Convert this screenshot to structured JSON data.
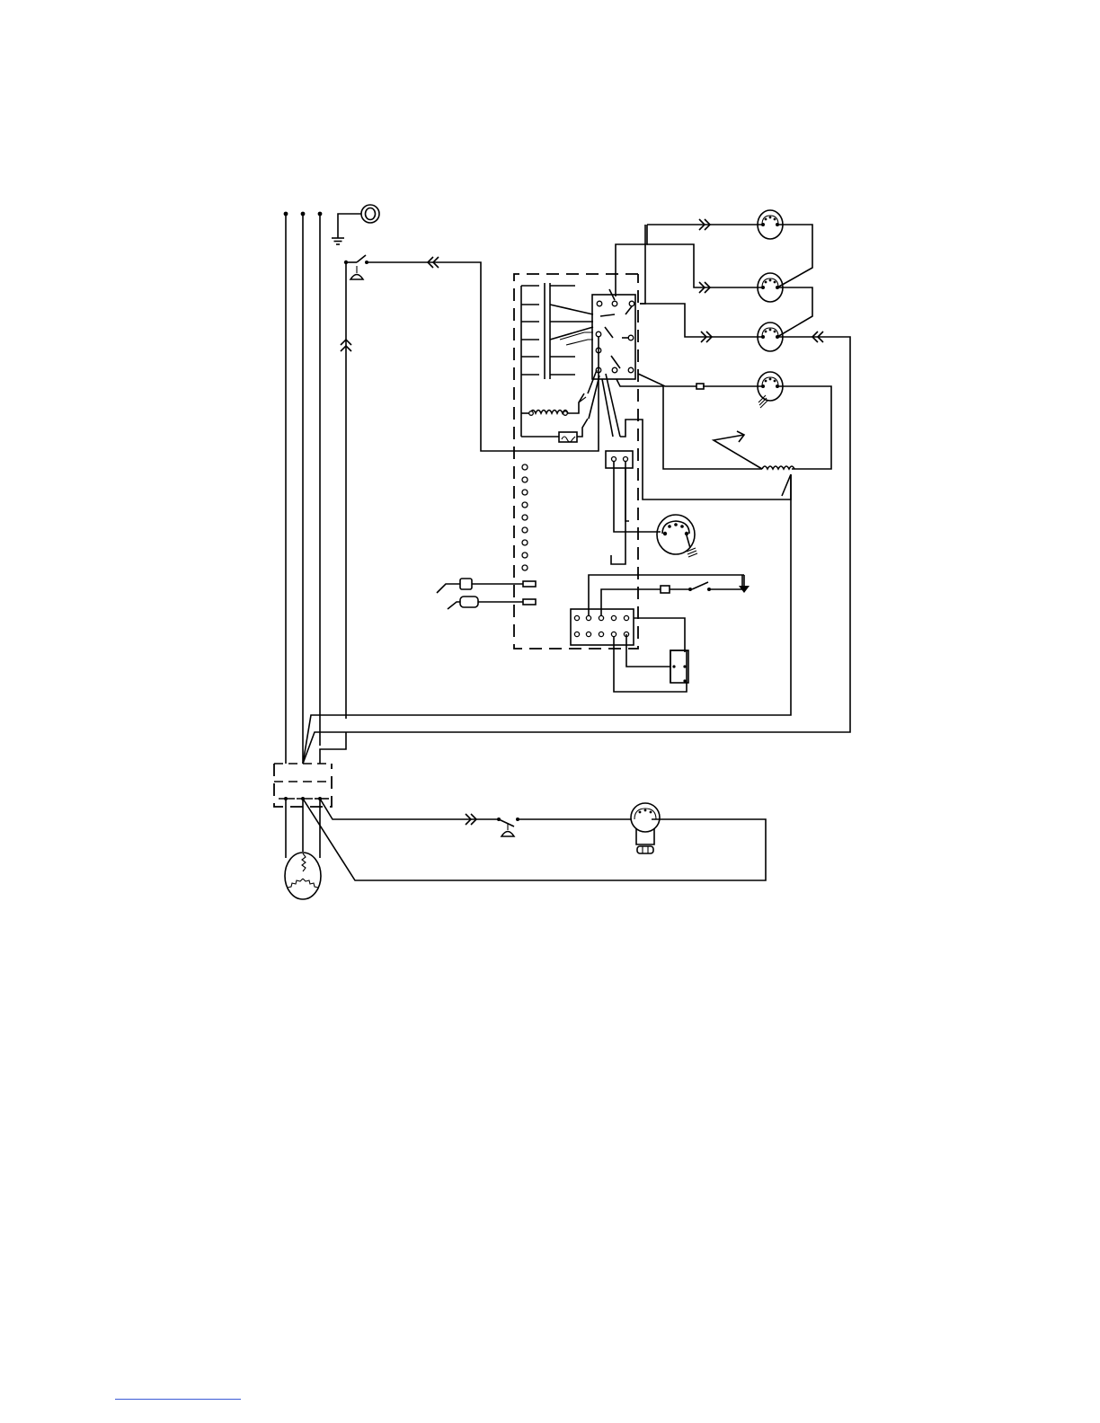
{
  "diagram": {
    "type": "electrical-wiring-schematic",
    "components": [
      {
        "kind": "supply-lines",
        "count": 3
      },
      {
        "kind": "ground-symbol",
        "icon": "ground-icon"
      },
      {
        "kind": "indicator-lamp",
        "icon": "lamp-icon"
      },
      {
        "kind": "pressure-switch",
        "count": 2
      },
      {
        "kind": "disconnect-connector",
        "count": 7
      },
      {
        "kind": "control-box",
        "border": "dashed"
      },
      {
        "kind": "contactor"
      },
      {
        "kind": "relay-coil"
      },
      {
        "kind": "overload"
      },
      {
        "kind": "terminal-strip",
        "count": 10
      },
      {
        "kind": "fan-motor",
        "count": 5
      },
      {
        "kind": "heater-element"
      },
      {
        "kind": "terminal-board",
        "positions": 10
      },
      {
        "kind": "relay",
        "count": 1
      },
      {
        "kind": "three-phase-motor"
      },
      {
        "kind": "pump-motor"
      }
    ]
  },
  "colors": {
    "line": "#000000",
    "background": "#ffffff",
    "footer_rule": "#3b5bd6"
  }
}
